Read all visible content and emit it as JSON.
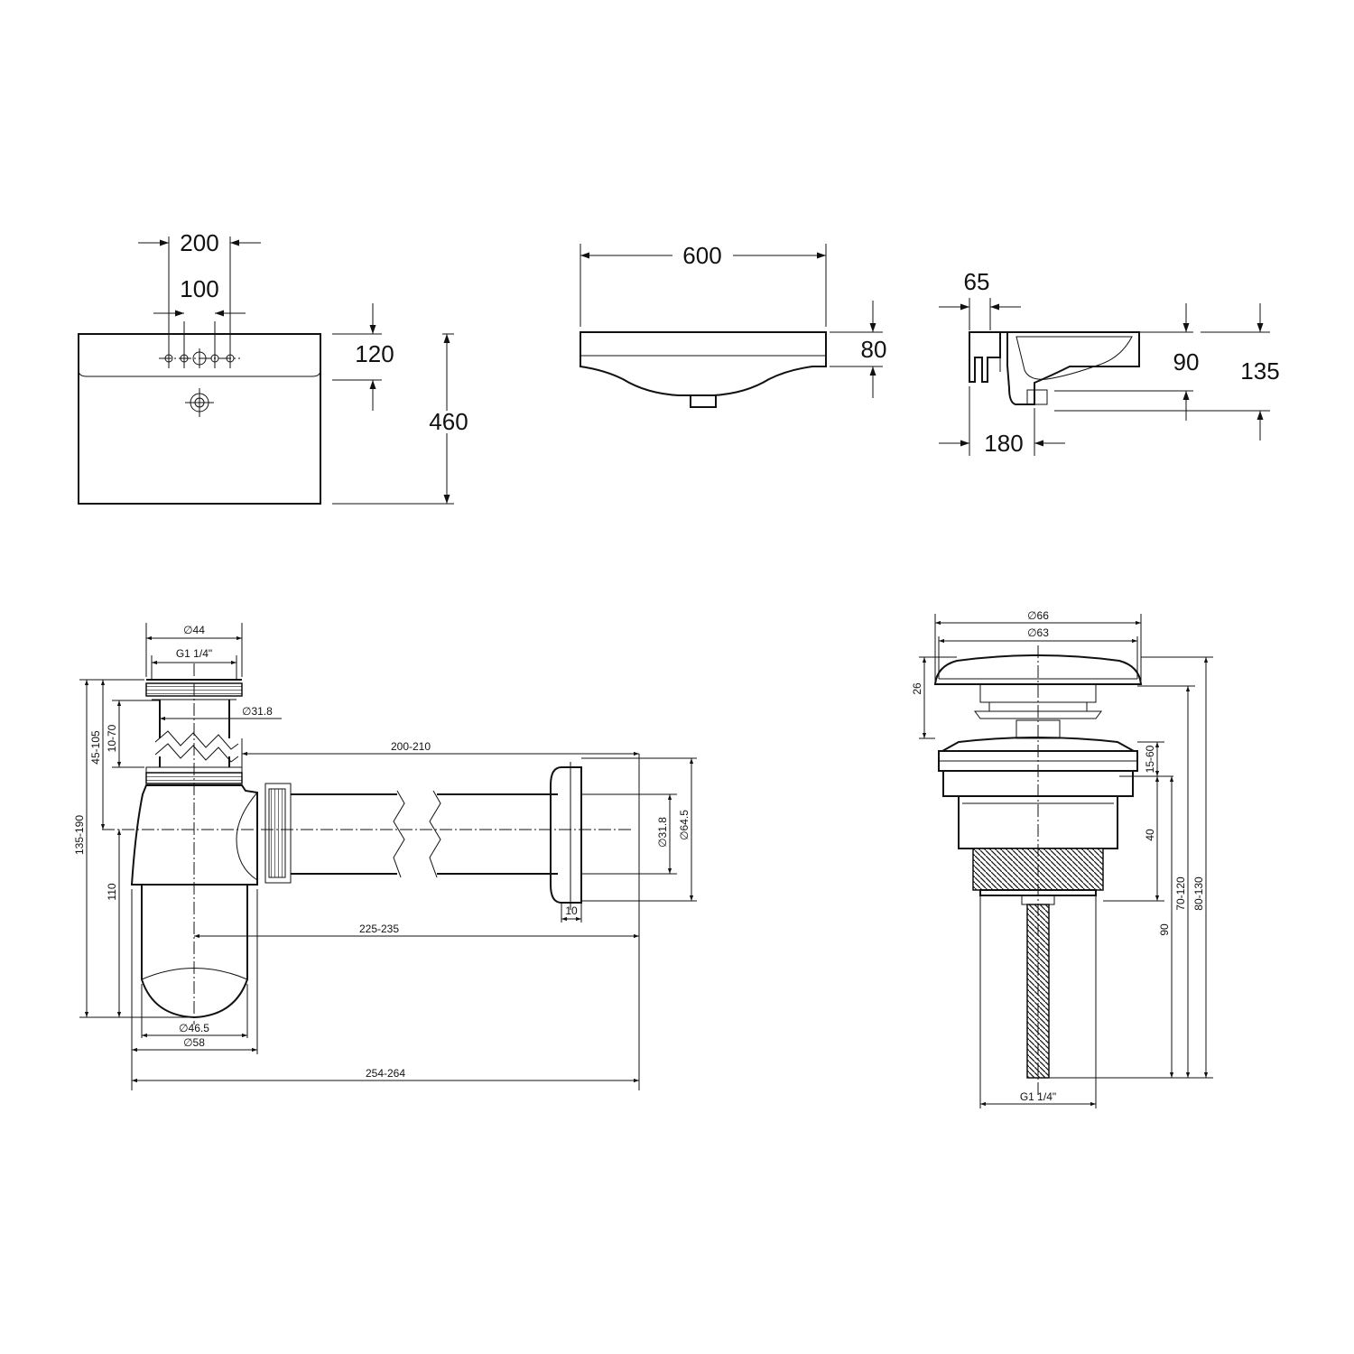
{
  "basin_top_view": {
    "dim_tap_span": "200",
    "dim_tap_inner": "100",
    "dim_rim_depth": "120",
    "dim_depth": "460"
  },
  "basin_front_view": {
    "dim_width": "600",
    "dim_height": "80"
  },
  "basin_side_view": {
    "dim_wall": "65",
    "dim_bowl_depth": "90",
    "dim_total_height": "135",
    "dim_drain_offset": "180"
  },
  "siphon": {
    "dia_top": "∅44",
    "thread_top": "G1 1/4\"",
    "dia_tail": "∅31.8",
    "dim_tail_range": "10-70",
    "dim_upper_range": "45-105",
    "dim_total_range": "135-190",
    "dim_bowl_height": "110",
    "dim_outlet_length": "200-210",
    "dia_pipe": "∅31.8",
    "dia_flange": "∅64.5",
    "dim_flange_thickness": "10",
    "dim_center_reach": "225-235",
    "dia_bowl_inner": "∅46.5",
    "dia_bowl_outer": "∅58",
    "dim_total_reach": "254-264"
  },
  "waste_valve": {
    "dia_cap": "∅66",
    "dia_inner": "∅63",
    "dim_cap_height": "26",
    "dim_clamp_range": "15-60",
    "dim_body": "40",
    "dim_stem": "90",
    "dim_mid_range": "70-120",
    "dim_total_range": "80-130",
    "thread_bottom": "G1 1/4\""
  }
}
